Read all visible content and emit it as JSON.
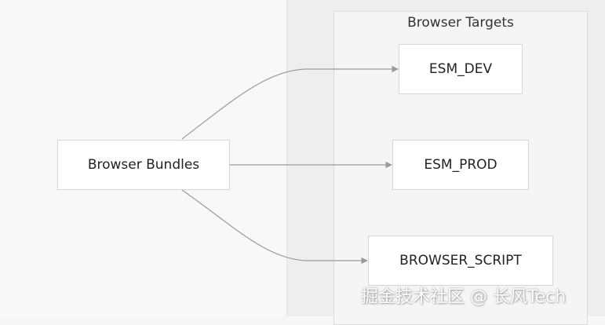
{
  "cluster": {
    "label": "Browser Targets"
  },
  "nodes": {
    "source": "Browser Bundles",
    "esm_dev": "ESM_DEV",
    "esm_prod": "ESM_PROD",
    "browser_script": "BROWSER_SCRIPT"
  },
  "colors": {
    "edge": "#9a9a9a",
    "node_fill": "#ffffff",
    "node_border": "#d6d6d6",
    "cluster_fill": "#f5f5f5"
  },
  "watermark": "掘金技术社区 @ 长风Tech"
}
